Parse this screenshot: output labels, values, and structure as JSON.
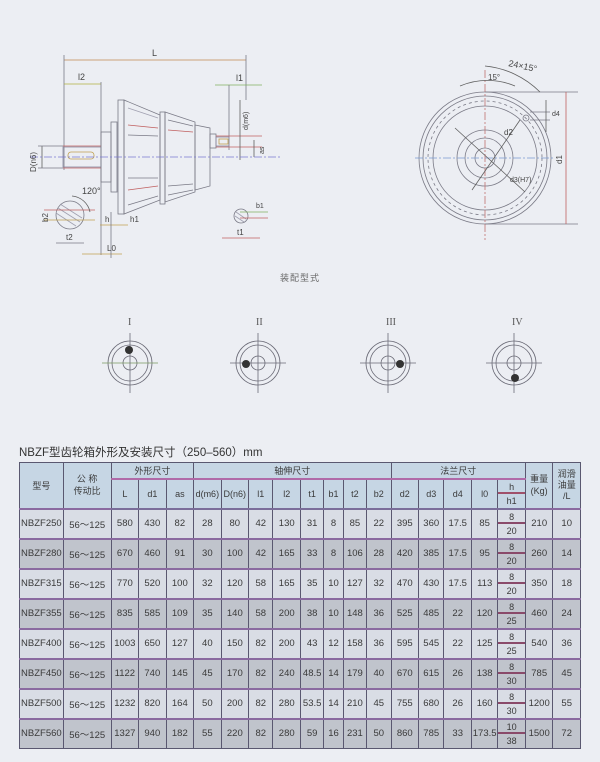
{
  "drawing": {
    "dimension_labels": {
      "L": "L",
      "l2": "l2",
      "l1": "l1",
      "D": "D(n6)",
      "d": "d(m6)",
      "as": "as",
      "b2": "b2",
      "t2": "t2",
      "b1": "b1",
      "t1": "t1",
      "h": "h",
      "h1": "h1",
      "L0": "L0",
      "angle_120": "120°",
      "pattern": "24×15°",
      "angle_15": "15°",
      "d1": "d1",
      "d2": "d2",
      "d3": "d3(H7)",
      "d4": "d4"
    }
  },
  "assembly": {
    "caption": "装配型式",
    "types": [
      {
        "label": "I",
        "key_position": "top"
      },
      {
        "label": "II",
        "key_position": "left"
      },
      {
        "label": "III",
        "key_position": "right"
      },
      {
        "label": "IV",
        "key_position": "bottom"
      }
    ]
  },
  "table": {
    "title": "NBZF型齿轮箱外形及安装尺寸（250–560）mm",
    "headers": {
      "model": "型号",
      "ratio": "公 称\n传动比",
      "group_outline": "外形尺寸",
      "group_shaft": "轴伸尺寸",
      "group_flange": "法兰尺寸",
      "weight": "重量\n(Kg)",
      "oil": "润滑\n油量\n/L",
      "outline_cols": [
        "L",
        "d1",
        "as"
      ],
      "shaft_cols": [
        "d(m6)",
        "D(n6)",
        "l1",
        "l2",
        "t1",
        "b1",
        "t2",
        "b2"
      ],
      "flange_cols": [
        "d2",
        "d3",
        "d4",
        "l0"
      ],
      "h_top": "h",
      "h_bottom": "h1"
    },
    "rows": [
      {
        "model": "NBZF250",
        "ratio": "56～125",
        "L": "580",
        "d1": "430",
        "as": "82",
        "d": "28",
        "D": "80",
        "l1": "42",
        "l2": "130",
        "t1": "31",
        "b1": "8",
        "t2": "85",
        "b2": "22",
        "d2": "395",
        "d3": "360",
        "d4": "17.5",
        "l0": "85",
        "h": "8",
        "h1": "20",
        "weight": "210",
        "oil": "10"
      },
      {
        "model": "NBZF280",
        "ratio": "56～125",
        "L": "670",
        "d1": "460",
        "as": "91",
        "d": "30",
        "D": "100",
        "l1": "42",
        "l2": "165",
        "t1": "33",
        "b1": "8",
        "t2": "106",
        "b2": "28",
        "d2": "420",
        "d3": "385",
        "d4": "17.5",
        "l0": "95",
        "h": "8",
        "h1": "20",
        "weight": "260",
        "oil": "14"
      },
      {
        "model": "NBZF315",
        "ratio": "56～125",
        "L": "770",
        "d1": "520",
        "as": "100",
        "d": "32",
        "D": "120",
        "l1": "58",
        "l2": "165",
        "t1": "35",
        "b1": "10",
        "t2": "127",
        "b2": "32",
        "d2": "470",
        "d3": "430",
        "d4": "17.5",
        "l0": "113",
        "h": "8",
        "h1": "20",
        "weight": "350",
        "oil": "18"
      },
      {
        "model": "NBZF355",
        "ratio": "56～125",
        "L": "835",
        "d1": "585",
        "as": "109",
        "d": "35",
        "D": "140",
        "l1": "58",
        "l2": "200",
        "t1": "38",
        "b1": "10",
        "t2": "148",
        "b2": "36",
        "d2": "525",
        "d3": "485",
        "d4": "22",
        "l0": "120",
        "h": "8",
        "h1": "25",
        "weight": "460",
        "oil": "24"
      },
      {
        "model": "NBZF400",
        "ratio": "56～125",
        "L": "1003",
        "d1": "650",
        "as": "127",
        "d": "40",
        "D": "150",
        "l1": "82",
        "l2": "200",
        "t1": "43",
        "b1": "12",
        "t2": "158",
        "b2": "36",
        "d2": "595",
        "d3": "545",
        "d4": "22",
        "l0": "125",
        "h": "8",
        "h1": "25",
        "weight": "540",
        "oil": "36"
      },
      {
        "model": "NBZF450",
        "ratio": "56～125",
        "L": "1122",
        "d1": "740",
        "as": "145",
        "d": "45",
        "D": "170",
        "l1": "82",
        "l2": "240",
        "t1": "48.5",
        "b1": "14",
        "t2": "179",
        "b2": "40",
        "d2": "670",
        "d3": "615",
        "d4": "26",
        "l0": "138",
        "h": "8",
        "h1": "30",
        "weight": "785",
        "oil": "45"
      },
      {
        "model": "NBZF500",
        "ratio": "56～125",
        "L": "1232",
        "d1": "820",
        "as": "164",
        "d": "50",
        "D": "200",
        "l1": "82",
        "l2": "280",
        "t1": "53.5",
        "b1": "14",
        "t2": "210",
        "b2": "45",
        "d2": "755",
        "d3": "680",
        "d4": "26",
        "l0": "160",
        "h": "8",
        "h1": "30",
        "weight": "1200",
        "oil": "55"
      },
      {
        "model": "NBZF560",
        "ratio": "56～125",
        "L": "1327",
        "d1": "940",
        "as": "182",
        "d": "55",
        "D": "220",
        "l1": "82",
        "l2": "280",
        "t1": "59",
        "b1": "16",
        "t2": "231",
        "b2": "50",
        "d2": "860",
        "d3": "785",
        "d4": "33",
        "l0": "173.5",
        "h": "10",
        "h1": "38",
        "weight": "1500",
        "oil": "72"
      }
    ]
  },
  "colors": {
    "background": "#eceef3",
    "header_bg": "#c6d6e4",
    "row_light": "#d9dde5",
    "row_dark": "#c0c4cc",
    "line": "#6a6a7a"
  }
}
